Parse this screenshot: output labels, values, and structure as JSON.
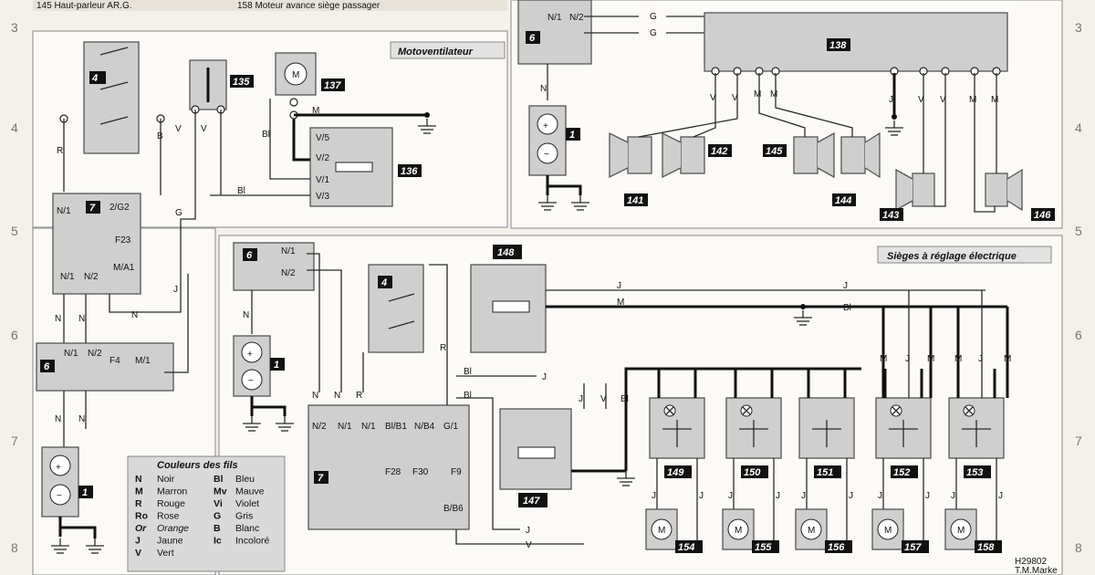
{
  "header": {
    "line_left": "145 Haut-parleur AR.G.",
    "line_right": "158 Moteur avance siège passager"
  },
  "sections": {
    "fan": "Motoventilateur",
    "seats": "Sièges à réglage électrique"
  },
  "legend": {
    "title": "Couleurs des fils",
    "entries": [
      {
        "code": "N",
        "name": "Noir"
      },
      {
        "code": "M",
        "name": "Marron"
      },
      {
        "code": "R",
        "name": "Rouge"
      },
      {
        "code": "Ro",
        "name": "Rose"
      },
      {
        "code": "Or",
        "name": "Orange"
      },
      {
        "code": "J",
        "name": "Jaune"
      },
      {
        "code": "V",
        "name": "Vert"
      },
      {
        "code": "Bl",
        "name": "Bleu"
      },
      {
        "code": "Mv",
        "name": "Mauve"
      },
      {
        "code": "Vi",
        "name": "Violet"
      },
      {
        "code": "G",
        "name": "Gris"
      },
      {
        "code": "B",
        "name": "Blanc"
      },
      {
        "code": "Ic",
        "name": "Incoloré"
      }
    ]
  },
  "components": {
    "c1": "1",
    "c4": "4",
    "c6": "6",
    "c7": "7",
    "c135": "135",
    "c136": "136",
    "c137": "137",
    "c138": "138",
    "c141": "141",
    "c142": "142",
    "c143": "143",
    "c144": "144",
    "c145": "145",
    "c146": "146",
    "c147": "147",
    "c148": "148",
    "c149": "149",
    "c150": "150",
    "c151": "151",
    "c152": "152",
    "c153": "153",
    "c154": "154",
    "c155": "155",
    "c156": "156",
    "c157": "157",
    "c158": "158"
  },
  "row_markers": [
    "3",
    "4",
    "5",
    "6",
    "7",
    "8"
  ],
  "pins": {
    "n1": "N/1",
    "n2": "N/2",
    "m1": "M/1",
    "ma1": "M/A1",
    "g2": "2/G2",
    "f4": "F4",
    "f23": "F23",
    "f28": "F28",
    "f30": "F30",
    "f9": "F9",
    "v5": "V/5",
    "v2": "V/2",
    "v1": "V/1",
    "v3": "V/3",
    "blb1": "Bl/B1",
    "nb4": "N/B4",
    "g1": "G/1",
    "bb6": "B/B6",
    "motor": "M"
  },
  "wire_colors": {
    "n": "N",
    "m": "M",
    "r": "R",
    "b": "B",
    "v": "V",
    "g": "G",
    "j": "J",
    "bl": "Bl"
  },
  "footer": {
    "code": "H29802",
    "author": "T.M.Marke"
  }
}
